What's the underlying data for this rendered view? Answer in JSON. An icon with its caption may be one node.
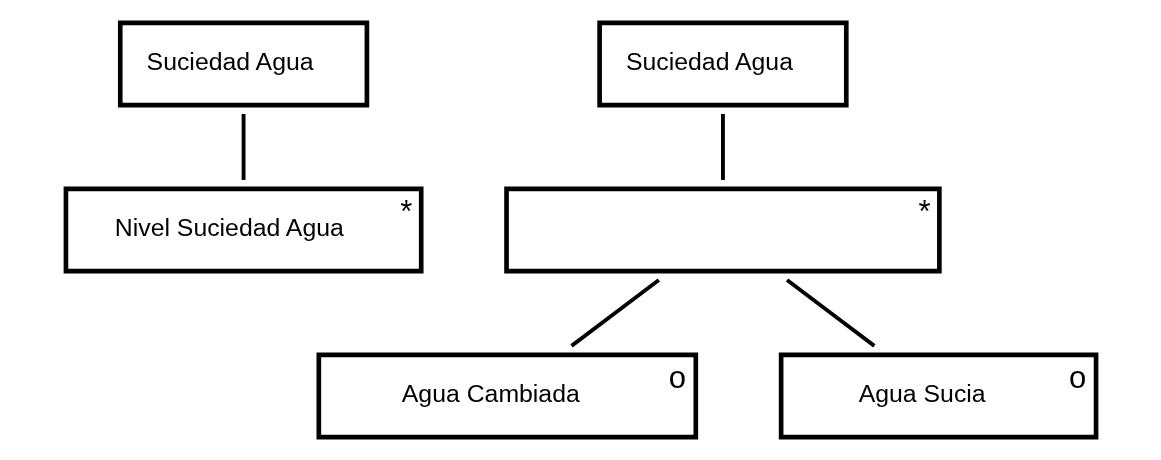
{
  "diagram": {
    "nodes": [
      {
        "text": [
          "Suciedad Agua"
        ]
      },
      {
        "text": [
          "Nivel Suciedad Agua",
          "*"
        ]
      },
      {
        "text": [
          "Suciedad Agua"
        ]
      },
      {
        "text": [
          "*"
        ]
      },
      {
        "text": [
          "Agua Cambiada",
          "o"
        ]
      },
      {
        "text": [
          "Agua Sucia",
          "o"
        ]
      }
    ],
    "edges": [
      {
        "from": 0,
        "to": 1,
        "arrow": "none"
      },
      {
        "from": 2,
        "to": 3,
        "arrow": "none"
      },
      {
        "from": 3,
        "to": 4,
        "arrow": "none"
      },
      {
        "from": 3,
        "to": 5,
        "arrow": "none"
      }
    ]
  }
}
